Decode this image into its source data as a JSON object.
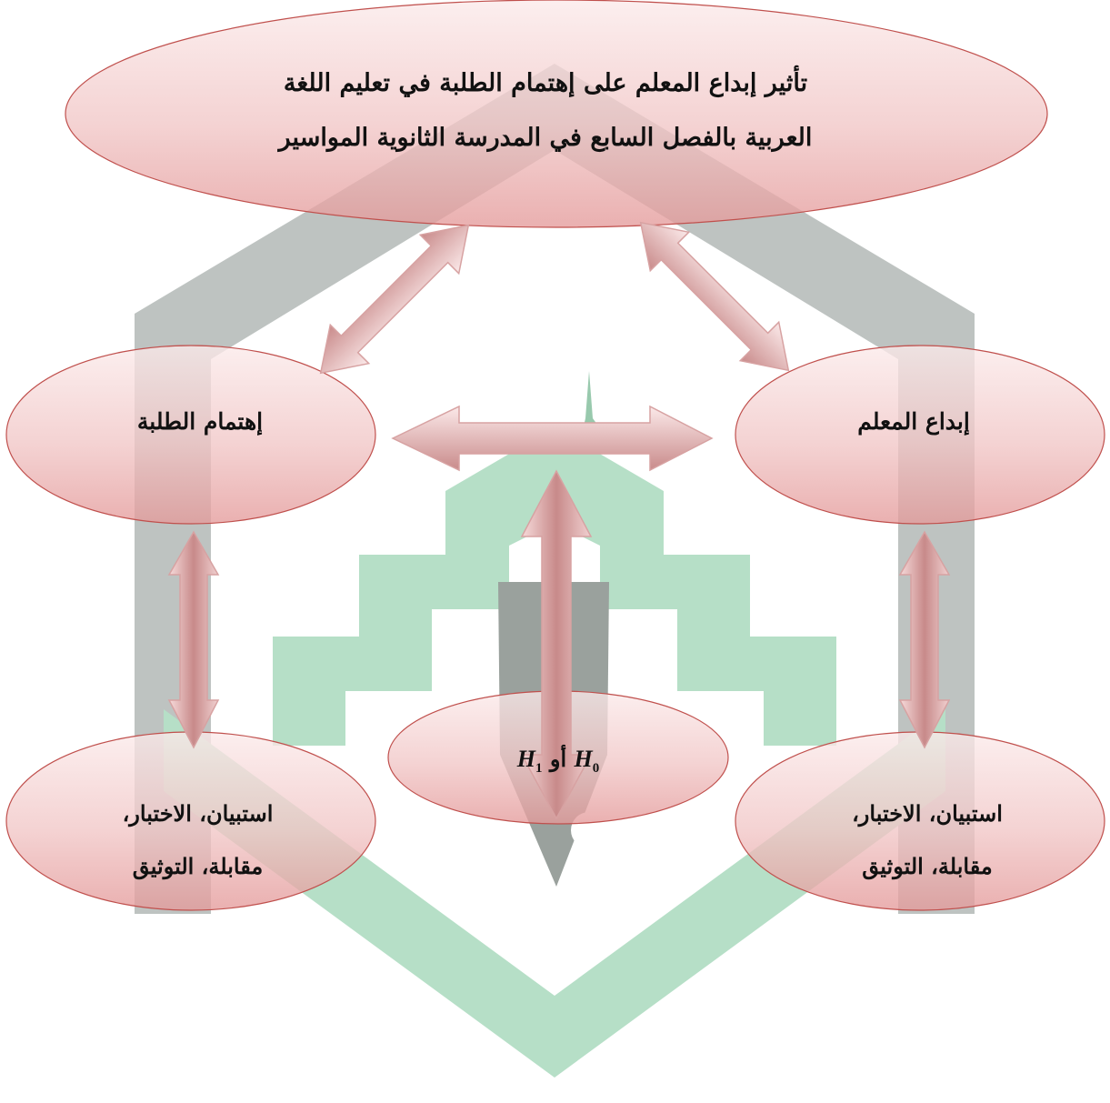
{
  "diagram": {
    "title": {
      "line1": "تأثير إبداع المعلم على إهتمام الطلبة في تعليم اللغة",
      "line2": "العربية بالفصل السابع في المدرسة الثانوية المواسير"
    },
    "nodes": {
      "student_interest": "إهتمام الطلبة",
      "teacher_creativity": "إبداع المعلم",
      "tools_left": {
        "line1": "استبيان، الاختبار،",
        "line2": "مقابلة، التوثيق"
      },
      "tools_right": {
        "line1": "استبيان، الاختبار،",
        "line2": "مقابلة، التوثيق"
      },
      "hypothesis": {
        "h_a": "H",
        "h_a_sub": "1",
        "connector": "أو",
        "h_b": "H",
        "h_b_sub": "0"
      }
    },
    "colors": {
      "ellipse_fill_top": "#f8dede",
      "ellipse_fill_bottom": "#e8a4a4",
      "ellipse_stroke": "#c0504d",
      "arrow_fill": "#c88f8f",
      "arrow_stroke": "#d9a3a3",
      "watermark_gray": "#b5bab8",
      "watermark_green": "#b7e0c9"
    }
  }
}
